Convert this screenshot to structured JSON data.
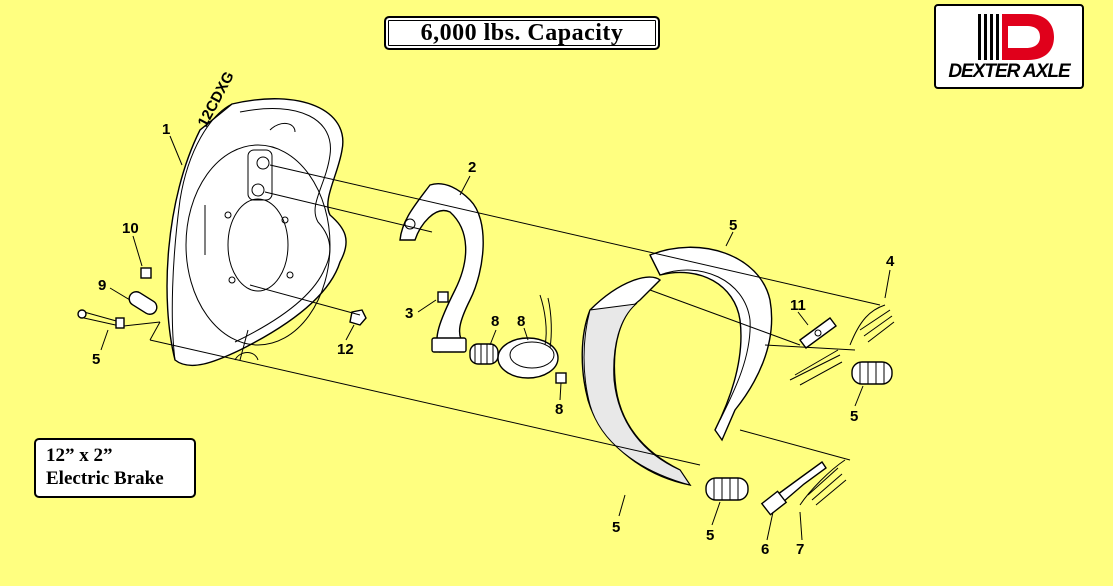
{
  "title": "6,000 lbs. Capacity",
  "logo": {
    "text": "DEXTER AXLE",
    "accent_color": "#e0001b"
  },
  "caption": {
    "line1": "12” x 2”",
    "line2": "Electric Brake"
  },
  "callouts": {
    "c1": "1",
    "c2": "2",
    "c3": "3",
    "c4": "4",
    "c5a": "5",
    "c5b": "5",
    "c5c": "5",
    "c5d": "5",
    "c5e": "5",
    "c6": "6",
    "c7": "7",
    "c8a": "8",
    "c8b": "8",
    "c8c": "8",
    "c9": "9",
    "c10": "10",
    "c11": "11",
    "c12": "12"
  },
  "plate_marking": "12CDXG"
}
